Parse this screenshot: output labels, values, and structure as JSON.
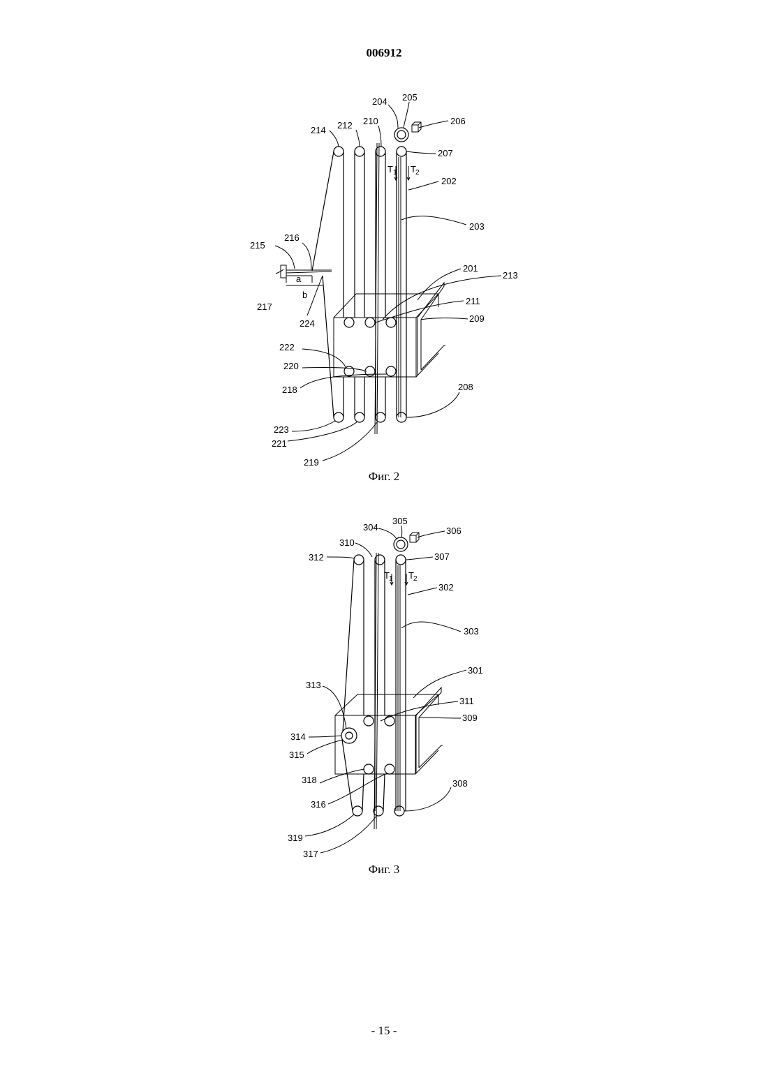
{
  "header": {
    "doc_number": "006912"
  },
  "footer": {
    "page": "- 15 -"
  },
  "figure2": {
    "caption": "Фиг. 2",
    "labels": {
      "l201": "201",
      "l202": "202",
      "l203": "203",
      "l204": "204",
      "l205": "205",
      "l206": "206",
      "l207": "207",
      "l208": "208",
      "l209": "209",
      "l210": "210",
      "l211": "211",
      "l212": "212",
      "l213": "213",
      "l214": "214",
      "l215": "215",
      "l216": "216",
      "l217": "217",
      "l218": "218",
      "l219": "219",
      "l220": "220",
      "l221": "221",
      "l222": "222",
      "l223": "223",
      "l224": "224",
      "a": "a",
      "b": "b",
      "t1": "T",
      "t1_sub": "1",
      "t2": "T",
      "t2_sub": "2"
    }
  },
  "figure3": {
    "caption": "Фиг. 3",
    "labels": {
      "l301": "301",
      "l302": "302",
      "l303": "303",
      "l304": "304",
      "l305": "305",
      "l306": "306",
      "l307": "307",
      "l308": "308",
      "l309": "309",
      "l310": "310",
      "l311": "311",
      "l312": "312",
      "l313": "313",
      "l314": "314",
      "l315": "315",
      "l316": "316",
      "l317": "317",
      "l318": "318",
      "l319": "319",
      "t1": "T",
      "t1_sub": "1",
      "t2": "T",
      "t2_sub": "2"
    }
  }
}
